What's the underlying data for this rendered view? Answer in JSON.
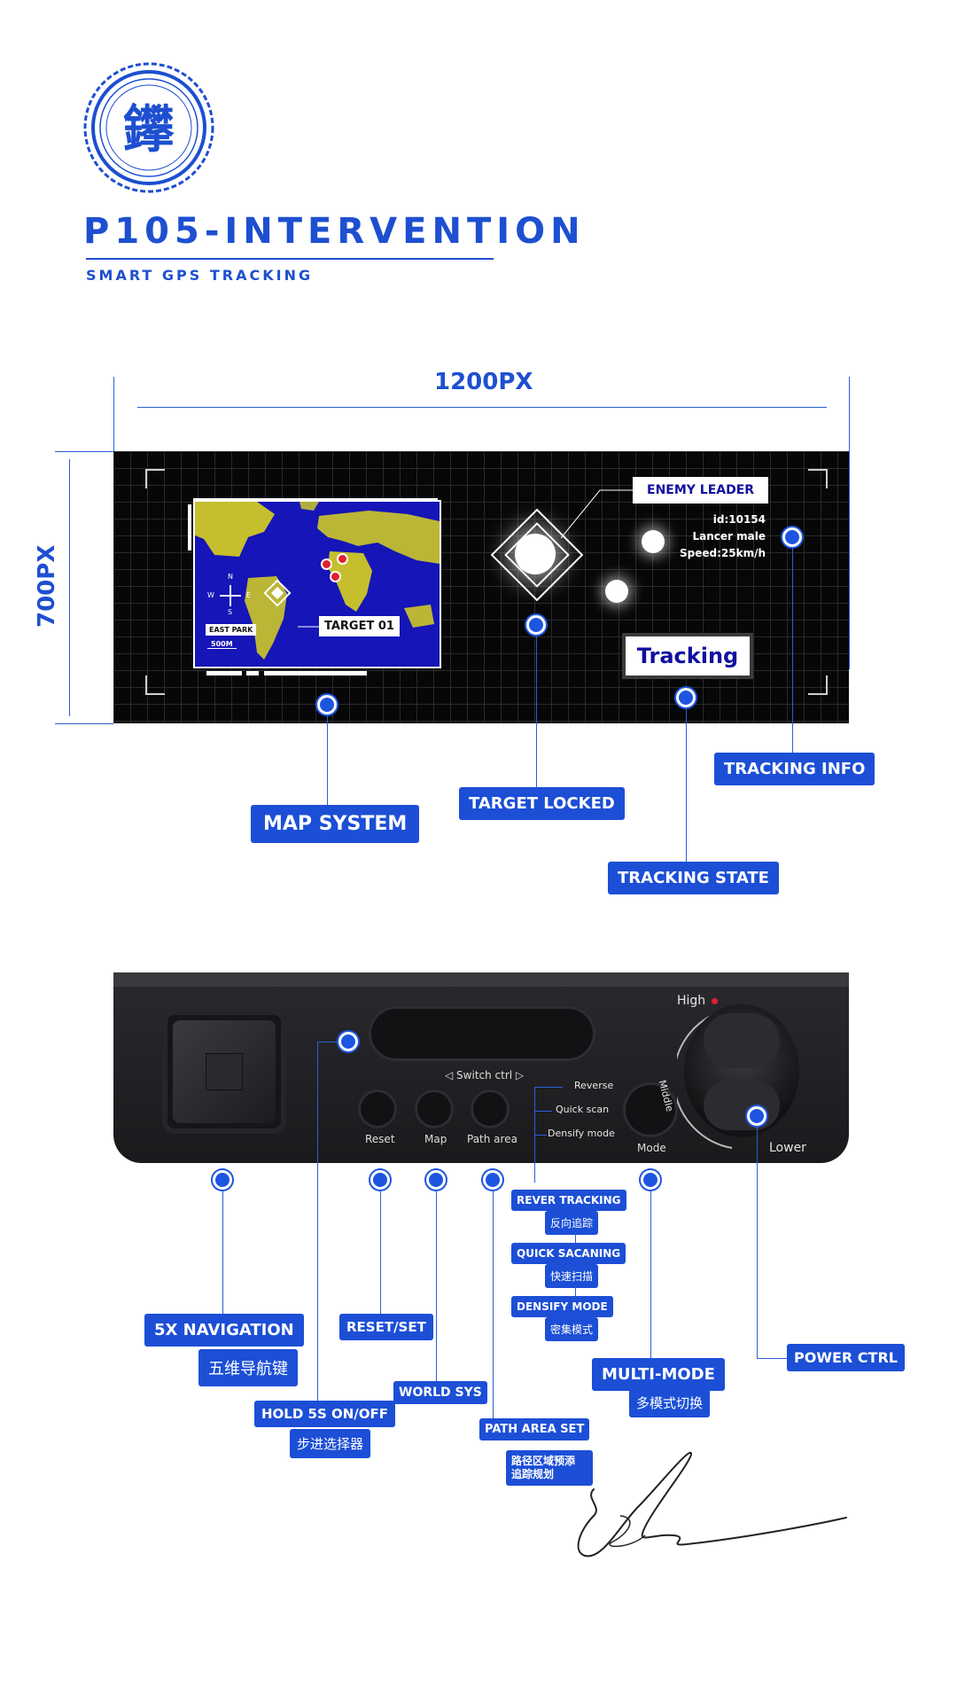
{
  "brand": {
    "logo_char": "鑻",
    "title": "P105-INTERVENTION",
    "subtitle": "SMART GPS TRACKING"
  },
  "dimensions": {
    "width_label": "1200PX",
    "height_label": "700PX"
  },
  "screen": {
    "map": {
      "target_label": "TARGET 01",
      "place_label": "EAST PARK",
      "scale_label": "500M",
      "compass": [
        "N",
        "S",
        "W",
        "E"
      ]
    },
    "enemy_label": "ENEMY LEADER",
    "info": [
      "id:10154",
      "Lancer male",
      "Speed:25km/h"
    ],
    "tracking_button": "Tracking"
  },
  "screen_callouts": {
    "map_system": "MAP SYSTEM",
    "target_locked": "TARGET LOCKED",
    "tracking_state": "TRACKING STATE",
    "tracking_info": "TRACKING INFO"
  },
  "device": {
    "switch_ctrl": "Switch ctrl",
    "buttons": [
      "Reset",
      "Map",
      "Path area"
    ],
    "modes": [
      "Reverse",
      "Quick scan",
      "Densify mode"
    ],
    "mode_button": "Mode",
    "knob": {
      "high": "High",
      "middle": "Middle",
      "lower": "Lower"
    }
  },
  "device_callouts": {
    "navigation": {
      "en": "5X NAVIGATION",
      "zh": "五维导航键"
    },
    "hold": {
      "en": "HOLD 5S ON/OFF",
      "zh": "步进选择器"
    },
    "reset": {
      "en": "RESET/SET"
    },
    "world": {
      "en": "WORLD SYS"
    },
    "path": {
      "en": "PATH AREA SET",
      "zh": "路径区域预添\n追踪规划"
    },
    "rever": {
      "en": "REVER TRACKING",
      "zh": "反向追踪"
    },
    "quick": {
      "en": "QUICK SACANING",
      "zh": "快速扫描"
    },
    "densify": {
      "en": "DENSIFY MODE",
      "zh": "密集模式"
    },
    "multi": {
      "en": "MULTI-MODE",
      "zh": "多模式切换"
    },
    "power": {
      "en": "POWER CTRL"
    }
  },
  "colors": {
    "accent": "#1c4fd6",
    "screen_bg": "#070707",
    "map_sea": "#1515b8",
    "map_land": "#e8e020"
  }
}
